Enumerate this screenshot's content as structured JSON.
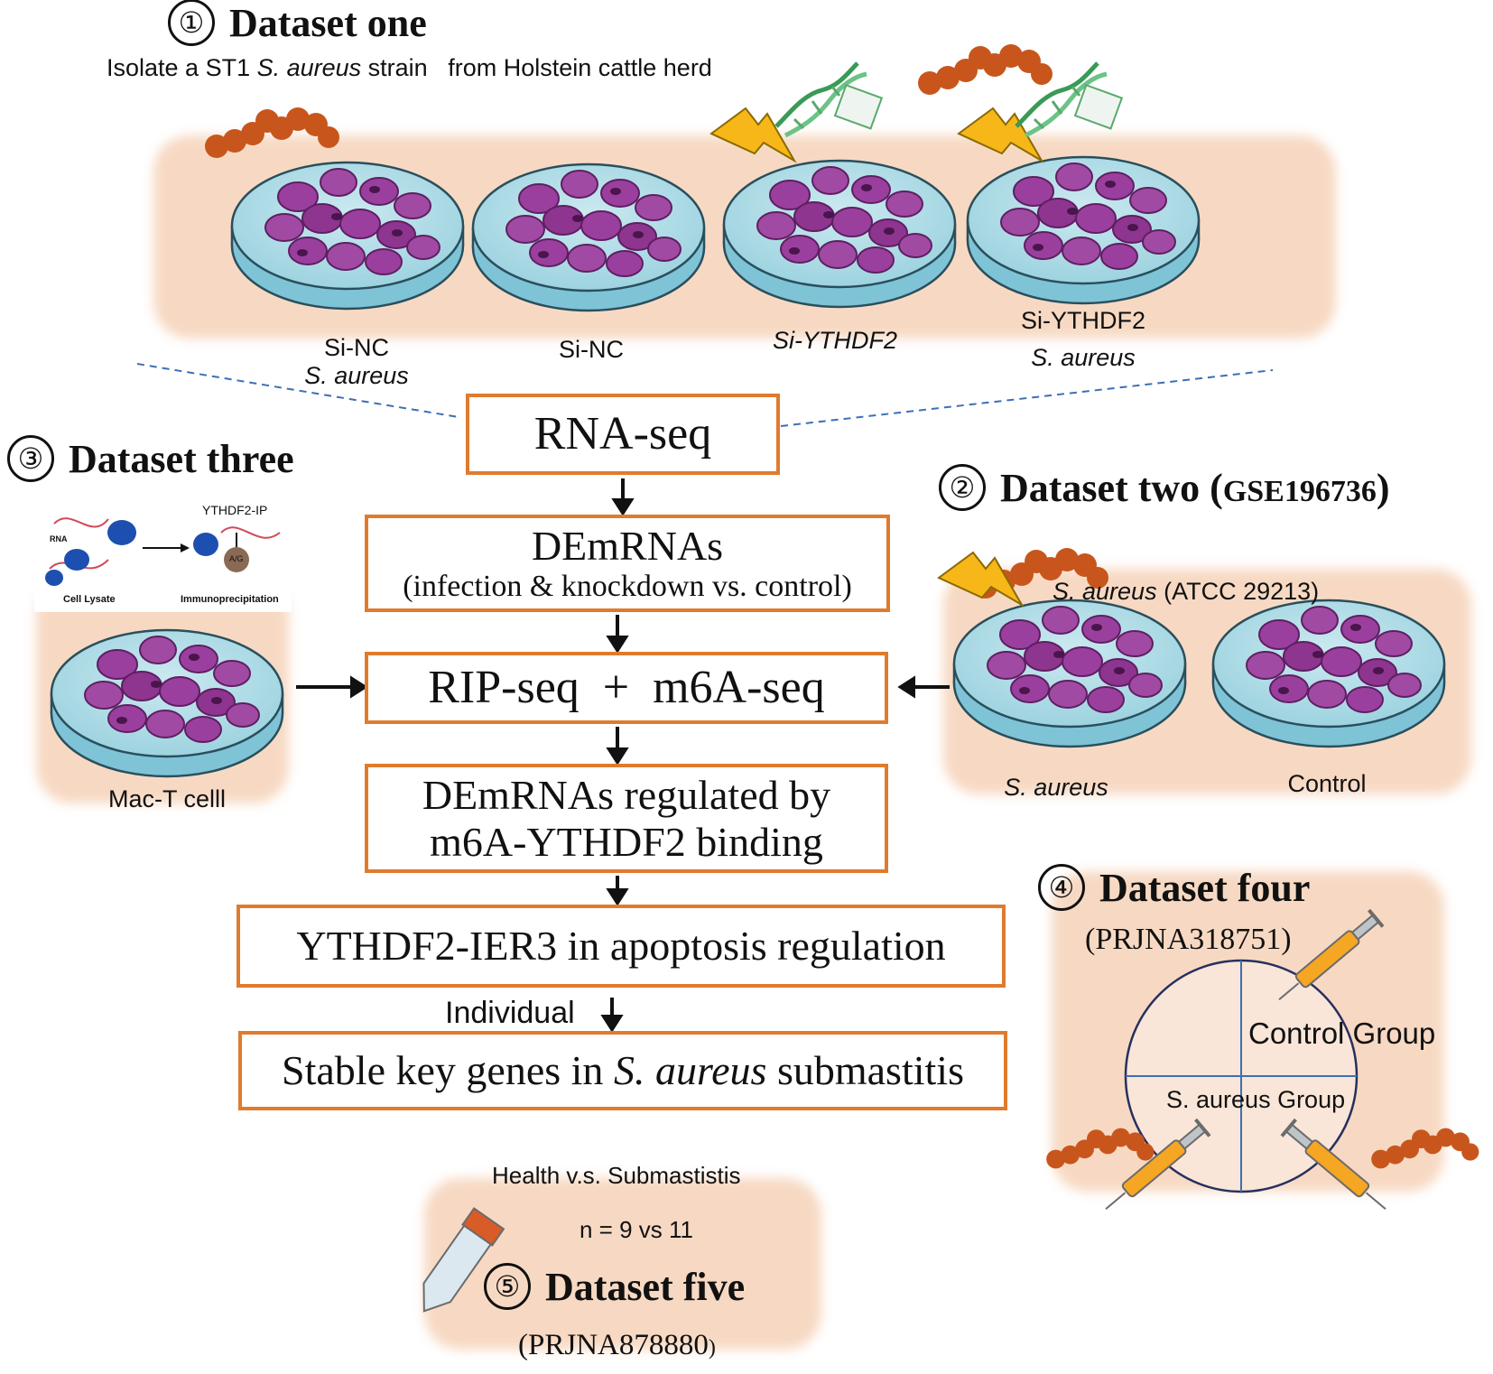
{
  "dataset_one": {
    "number": "①",
    "title": "Dataset one",
    "subtitle_pre": "Isolate a ST1 ",
    "subtitle_species": "S. aureus",
    "subtitle_post": " strain   from Holstein cattle herd",
    "dish_labels": [
      {
        "line1": "Si-NC",
        "line2": "S. aureus"
      },
      {
        "line1": "Si-NC",
        "line2": ""
      },
      {
        "line1": "Si-YTHDF2",
        "line2": ""
      },
      {
        "line1": "Si-YTHDF2",
        "line2": "S. aureus"
      }
    ]
  },
  "dataset_two": {
    "number": "②",
    "title": "Dataset two (",
    "accession": "GSE196736",
    "title_close": ")",
    "strain_species": "S. aureus",
    "strain_rest": " (ATCC 29213)",
    "dish_labels": [
      "S. aureus",
      "Control"
    ]
  },
  "dataset_three": {
    "number": "③",
    "title": "Dataset three",
    "inset": {
      "ip_label": "YTHDF2-IP",
      "rna_label": "RNA",
      "left_caption": "Cell Lysate",
      "right_caption": "Immunoprecipitation",
      "ag_label": "A/G"
    },
    "cell_label": "Mac-T celll"
  },
  "dataset_four": {
    "number": "④",
    "title": "Dataset four",
    "accession": "(PRJNA318751)",
    "control_group": "Control Group",
    "saureus_group": "S. aureus Group"
  },
  "dataset_five": {
    "number": "⑤",
    "title": "Dataset five",
    "accession": "(PRJNA878880",
    "accession_close": ")",
    "comparison": "Health v.s. Submastistis",
    "n": "n = 9 vs 11"
  },
  "flow": {
    "rna_seq": "RNA-seq",
    "demrnas": "DEmRNAs",
    "demrnas_sub": "(infection & knockdown vs. control)",
    "rip_m6a": "RIP-seq  +  m6A-seq",
    "regulated_line1": "DEmRNAs regulated by",
    "regulated_line2": "m6A-YTHDF2 binding",
    "ythdf2_ier3": "YTHDF2-IER3 in apoptosis regulation",
    "individual": "Individual",
    "stable_pre": "Stable key genes in ",
    "stable_species": "S. aureus",
    "stable_post": " submastitis"
  },
  "colors": {
    "box_border": "#e07b2e",
    "panel_bg": "#f7d9c3",
    "dish": "#a9dbe6",
    "cell": "#9b3f9e",
    "bacteria": "#c8561c",
    "lightning": "#f7b718",
    "dashed": "#3d6fb5"
  },
  "icons": [
    "bacteria-chain-icon",
    "lightning-bolt-icon",
    "dna-helix-icon",
    "petri-dish-icon",
    "syringe-icon",
    "sample-tube-icon"
  ]
}
